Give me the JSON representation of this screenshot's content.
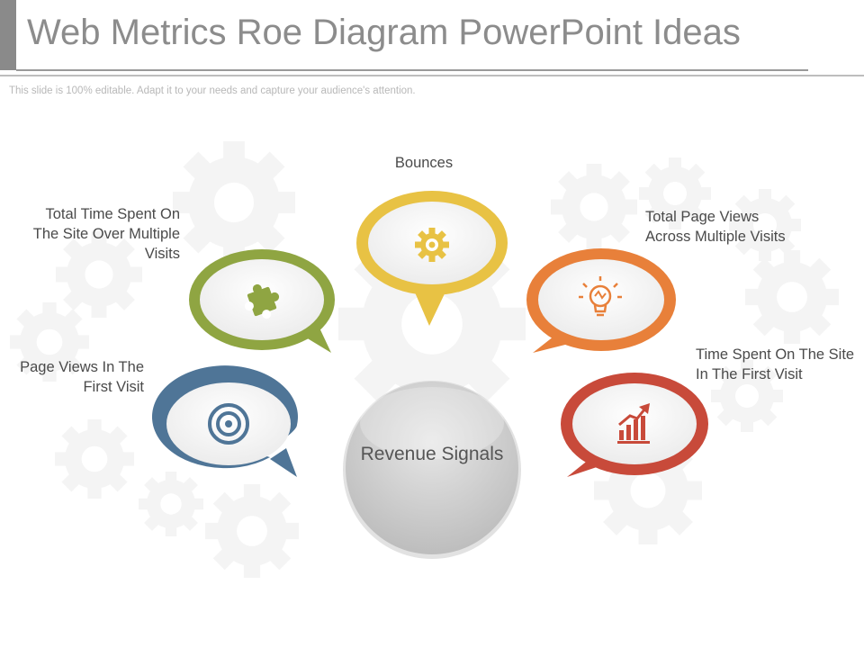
{
  "header": {
    "title": "Web Metrics Roe Diagram PowerPoint Ideas",
    "subtitle": "This slide is 100% editable. Adapt it to your needs and capture your audience's attention."
  },
  "diagram": {
    "center": {
      "label": "Revenue Signals"
    },
    "nodes": [
      {
        "id": "page-views",
        "label": "Page Views In The First Visit",
        "icon": "target-icon",
        "color": "#4f7597"
      },
      {
        "id": "total-time",
        "label": "Total Time Spent On The Site Over Multiple Visits",
        "icon": "puzzle-icon",
        "color": "#8fa542"
      },
      {
        "id": "bounces",
        "label": "Bounces",
        "icon": "gear-icon",
        "color": "#e8c244"
      },
      {
        "id": "total-page-views",
        "label": "Total Page Views Across Multiple Visits",
        "icon": "lightbulb-icon",
        "color": "#e8803a"
      },
      {
        "id": "time-first-visit",
        "label": "Time Spent On The Site In The First Visit",
        "icon": "growth-chart-icon",
        "color": "#c84a3a"
      }
    ]
  }
}
